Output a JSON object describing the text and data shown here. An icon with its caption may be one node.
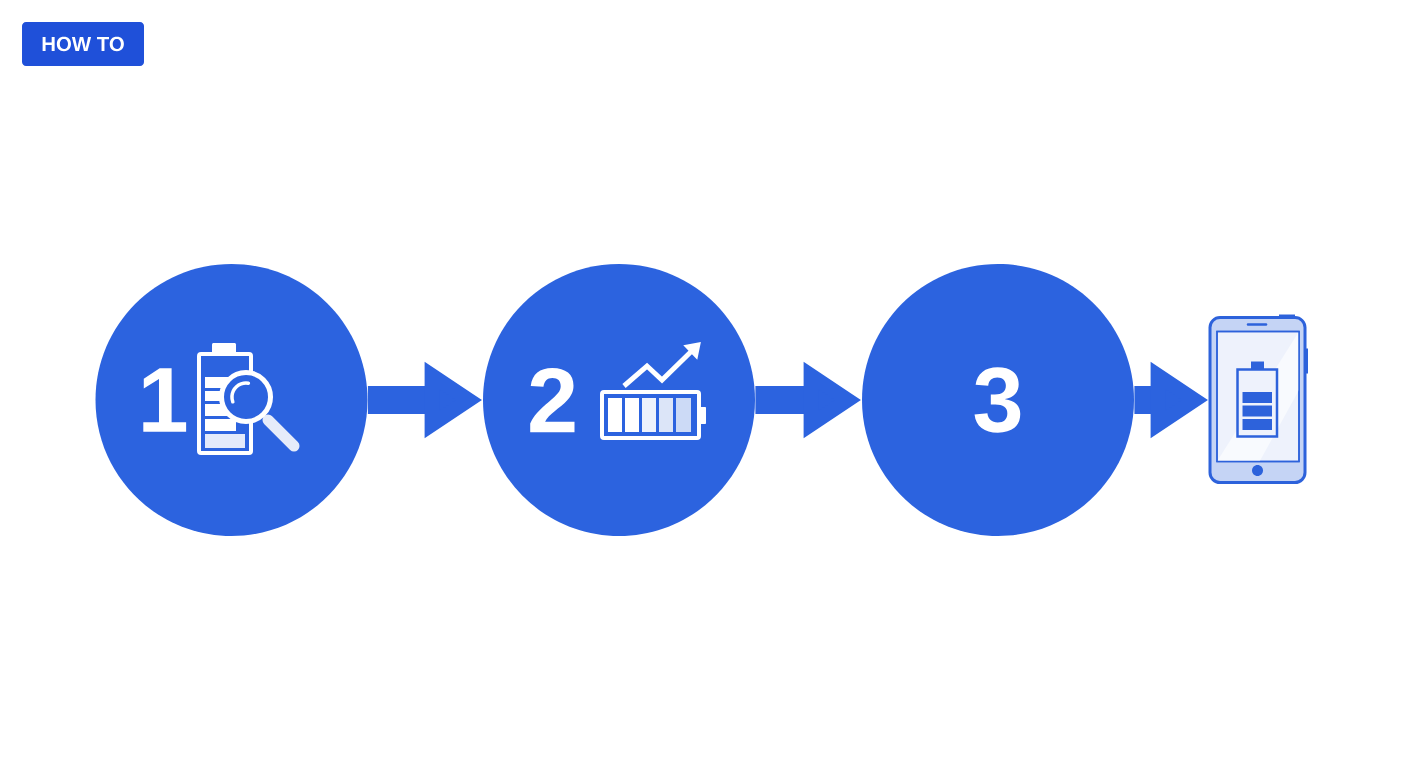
{
  "diagram": {
    "nodes": [
      {
        "text": [
          "HOW TO"
        ]
      },
      {
        "text": [
          "1"
        ]
      },
      {
        "text": [
          "2"
        ]
      },
      {
        "text": [
          "3"
        ]
      },
      {
        "text": [],
        "shape": "picture"
      }
    ],
    "edges": [
      {
        "from": 1,
        "to": 2,
        "arrow": "to"
      },
      {
        "from": 2,
        "to": 3,
        "arrow": "to"
      },
      {
        "from": 3,
        "to": 4,
        "arrow": "to"
      }
    ]
  }
}
